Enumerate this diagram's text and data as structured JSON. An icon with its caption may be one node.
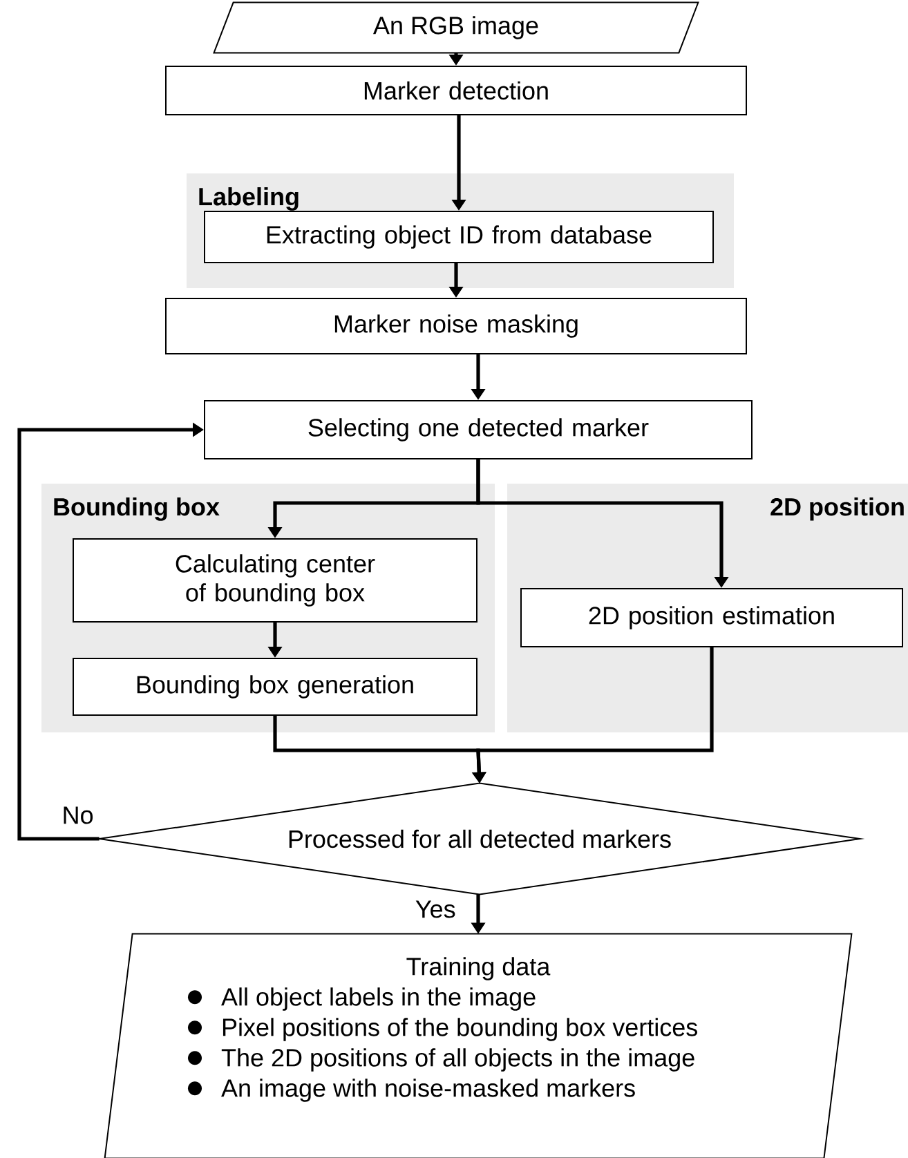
{
  "diagram": {
    "nodes": [
      {
        "text": [
          "An RGB image"
        ]
      },
      {
        "text": [
          "Marker detection"
        ]
      },
      {
        "text": [
          "Labeling"
        ]
      },
      {
        "text": [
          "Extracting object ID from database"
        ],
        "in": 2
      },
      {
        "text": [
          "Marker noise masking"
        ]
      },
      {
        "text": [
          "Selecting one detected marker"
        ]
      },
      {
        "text": [
          "Bounding box"
        ]
      },
      {
        "text": [
          "Calculating center of bounding box"
        ],
        "in": 6
      },
      {
        "text": [
          "Bounding box generation"
        ],
        "in": 6
      },
      {
        "text": [
          "2D position"
        ]
      },
      {
        "text": [
          "2D position estimation"
        ],
        "in": 9
      },
      {
        "text": [
          "Processed for all detected markers"
        ]
      },
      {
        "text": [
          "Training data",
          "All object labels in the image",
          "Pixel positions of the bounding box vertices",
          "The 2D positions of all objects in the image",
          "An image with noise-masked markers"
        ]
      }
    ],
    "edges": [
      {
        "from": 0,
        "to": 1,
        "arrow": "to"
      },
      {
        "from": 1,
        "to": 3,
        "arrow": "to"
      },
      {
        "from": 3,
        "to": 4,
        "arrow": "to"
      },
      {
        "from": 4,
        "to": 5,
        "arrow": "to"
      },
      {
        "from": 5,
        "to": 7,
        "arrow": "to"
      },
      {
        "from": 5,
        "to": 10,
        "arrow": "to"
      },
      {
        "from": 7,
        "to": 8,
        "arrow": "to"
      },
      {
        "from": 8,
        "to": 11,
        "arrow": "to"
      },
      {
        "from": 10,
        "to": 11,
        "arrow": "to"
      },
      {
        "from": 11,
        "to": 5,
        "arrow": "to",
        "label": "No"
      },
      {
        "from": 11,
        "to": 12,
        "arrow": "to",
        "label": "Yes"
      }
    ]
  }
}
